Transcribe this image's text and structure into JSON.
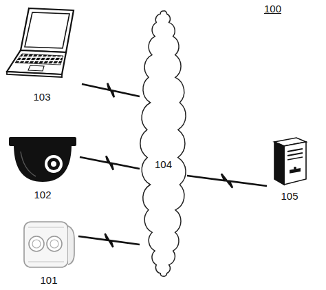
{
  "diagram": {
    "nodes": [
      {
        "text": [
          "103"
        ]
      },
      {
        "text": [
          "102"
        ]
      },
      {
        "text": [
          "101"
        ]
      },
      {
        "text": [
          "104"
        ]
      },
      {
        "text": [
          "105"
        ]
      }
    ],
    "edges": [
      {
        "from": 0,
        "to": 3,
        "arrow": "none"
      },
      {
        "from": 1,
        "to": 3,
        "arrow": "none"
      },
      {
        "from": 2,
        "to": 3,
        "arrow": "none"
      },
      {
        "from": 3,
        "to": 4,
        "arrow": "none"
      }
    ],
    "labels": [
      "100"
    ]
  }
}
